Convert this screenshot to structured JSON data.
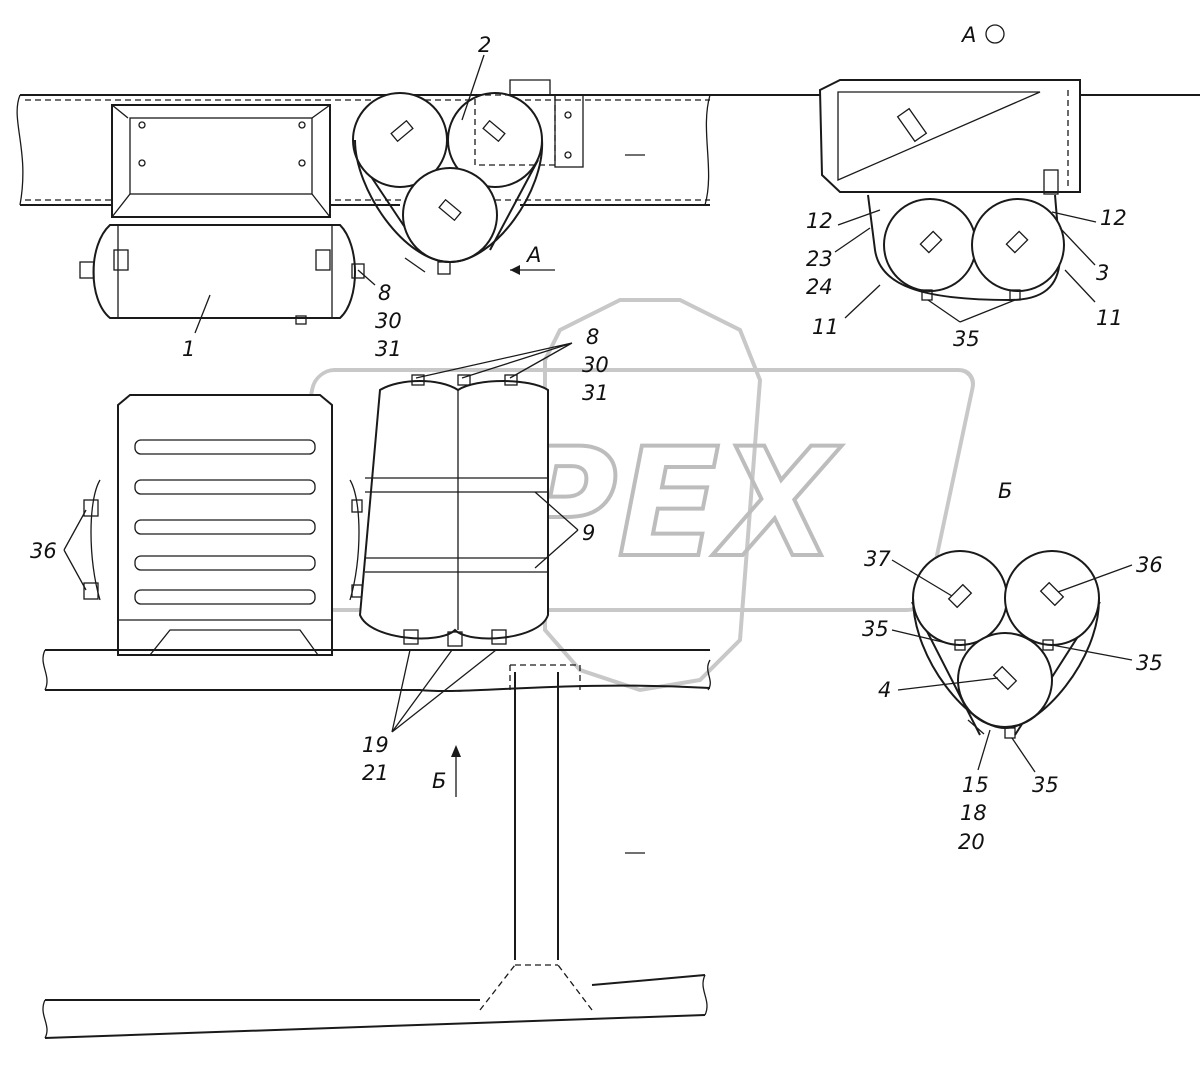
{
  "watermark": {
    "text": "OPEX"
  },
  "views": {
    "view_a_title": "А",
    "view_b_title": "Б",
    "arrow_a": "А",
    "arrow_b": "Б"
  },
  "callouts": {
    "c1": "1",
    "c2": "2",
    "c8_30_31_top": [
      "8",
      "30",
      "31"
    ],
    "c8_30_31_mid": [
      "8",
      "30",
      "31"
    ],
    "c9": "9",
    "c36_left": "36",
    "c19_21": [
      "19",
      "21"
    ],
    "a_12_left": "12",
    "a_12_right": "12",
    "a_23_24": [
      "23",
      "24"
    ],
    "a_3": "3",
    "a_11_left": "11",
    "a_11_right": "11",
    "a_35": "35",
    "b_37": "37",
    "b_36": "36",
    "b_35_left": "35",
    "b_35_right": "35",
    "b_4": "4",
    "b_35_bottom": "35",
    "b_15_18_20": [
      "15",
      "18",
      "20"
    ]
  }
}
